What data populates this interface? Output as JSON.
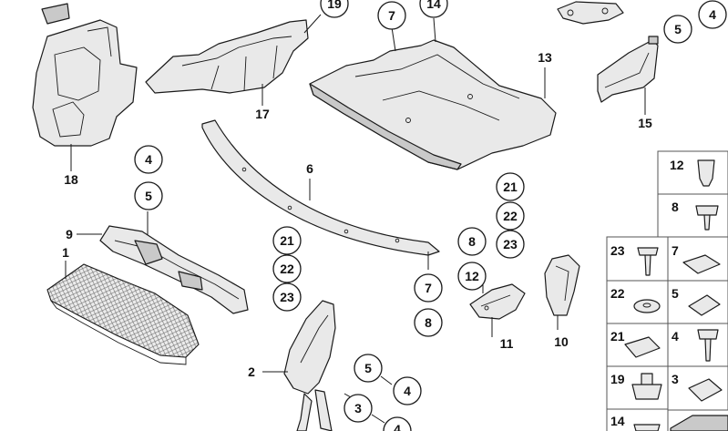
{
  "callouts": [
    {
      "id": "c-19-top",
      "text": "19",
      "circled": true
    },
    {
      "id": "c-7-top",
      "text": "7",
      "circled": true
    },
    {
      "id": "c-14-top",
      "text": "14",
      "circled": true
    },
    {
      "id": "c-5-right",
      "text": "5",
      "circled": true
    },
    {
      "id": "c-4-right",
      "text": "4",
      "circled": true
    },
    {
      "id": "c-13",
      "text": "13",
      "circled": false
    },
    {
      "id": "c-17",
      "text": "17",
      "circled": false
    },
    {
      "id": "c-15",
      "text": "15",
      "circled": false
    },
    {
      "id": "c-18",
      "text": "18",
      "circled": false
    },
    {
      "id": "c-6",
      "text": "6",
      "circled": false
    },
    {
      "id": "c-4-left",
      "text": "4",
      "circled": true
    },
    {
      "id": "c-5-left",
      "text": "5",
      "circled": true
    },
    {
      "id": "c-9",
      "text": "9",
      "circled": false
    },
    {
      "id": "c-1",
      "text": "1",
      "circled": false
    },
    {
      "id": "c-21-mid",
      "text": "21",
      "circled": true
    },
    {
      "id": "c-22-mid",
      "text": "22",
      "circled": true
    },
    {
      "id": "c-23-mid",
      "text": "23",
      "circled": true
    },
    {
      "id": "c-21-right",
      "text": "21",
      "circled": true
    },
    {
      "id": "c-22-right",
      "text": "22",
      "circled": true
    },
    {
      "id": "c-23-right",
      "text": "23",
      "circled": true
    },
    {
      "id": "c-8-mid",
      "text": "8",
      "circled": true
    },
    {
      "id": "c-12-mid",
      "text": "12",
      "circled": true
    },
    {
      "id": "c-11",
      "text": "11",
      "circled": false
    },
    {
      "id": "c-10",
      "text": "10",
      "circled": false
    },
    {
      "id": "c-7-mid",
      "text": "7",
      "circled": true
    },
    {
      "id": "c-8-low",
      "text": "8",
      "circled": true
    },
    {
      "id": "c-2",
      "text": "2",
      "circled": false
    },
    {
      "id": "c-5-low",
      "text": "5",
      "circled": true
    },
    {
      "id": "c-4-low",
      "text": "4",
      "circled": true
    },
    {
      "id": "c-3-low",
      "text": "3",
      "circled": true
    },
    {
      "id": "c-4-bottom",
      "text": "4",
      "circled": true
    }
  ],
  "fastener_table": [
    {
      "id": "f-12",
      "text": "12"
    },
    {
      "id": "f-8",
      "text": "8"
    },
    {
      "id": "f-23",
      "text": "23"
    },
    {
      "id": "f-7",
      "text": "7"
    },
    {
      "id": "f-22",
      "text": "22"
    },
    {
      "id": "f-5",
      "text": "5"
    },
    {
      "id": "f-21",
      "text": "21"
    },
    {
      "id": "f-4",
      "text": "4"
    },
    {
      "id": "f-19",
      "text": "19"
    },
    {
      "id": "f-3",
      "text": "3"
    },
    {
      "id": "f-14",
      "text": "14"
    }
  ],
  "colors": {
    "line": "#1a1a1a",
    "part_fill": "#e9e9e9",
    "background": "#ffffff"
  }
}
